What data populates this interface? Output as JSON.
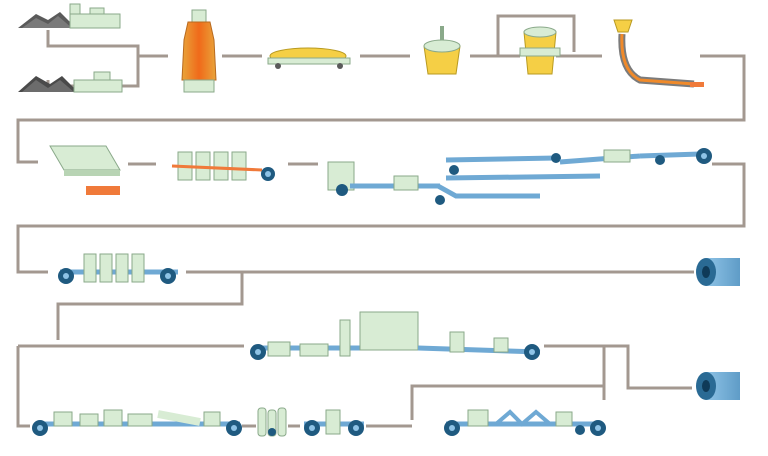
{
  "palette": {
    "background": "#ffffff",
    "flow_line": "#a39890",
    "equipment_green": "#d8ecd4",
    "equipment_outline": "#8aa98a",
    "strip_blue": "#6fa9d4",
    "strip_outline": "#4a7fa8",
    "roll_dark": "#1f5a80",
    "roll_light": "#8ec3e6",
    "molten_orange": "#f08a2a",
    "molten_yellow": "#f5cf45",
    "ore_dark": "#4a4a4a",
    "slab_orange": "#f07a3a"
  },
  "stages": [
    {
      "name": "raw-materials-yard",
      "icon": "ore-pile-and-sinter-plant-icon"
    },
    {
      "name": "blast-furnace",
      "icon": "blast-furnace-icon"
    },
    {
      "name": "torpedo-car",
      "icon": "torpedo-car-icon"
    },
    {
      "name": "desulfurization",
      "icon": "ladle-icon"
    },
    {
      "name": "converter",
      "icon": "converter-icon"
    },
    {
      "name": "continuous-caster",
      "icon": "continuous-caster-icon"
    },
    {
      "name": "slab-yard",
      "icon": "slab-icon"
    },
    {
      "name": "hot-strip-mill",
      "icon": "rolling-mill-stands-icon"
    },
    {
      "name": "pickling-line",
      "icon": "pickling-line-icon"
    },
    {
      "name": "cold-rolling-mill",
      "icon": "cold-mill-stands-icon"
    },
    {
      "name": "product-coil",
      "icon": "coil-icon"
    },
    {
      "name": "annealing-line",
      "icon": "continuous-annealing-furnace-icon"
    },
    {
      "name": "coating-line",
      "icon": "coating-line-icon"
    },
    {
      "name": "finishing-line",
      "icon": "finishing-line-icon"
    }
  ]
}
